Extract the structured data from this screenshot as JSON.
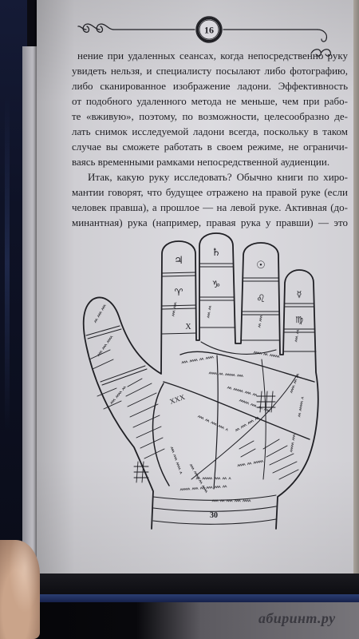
{
  "page": {
    "number": "16"
  },
  "body_text": {
    "lines": [
      "нение при удаленных сеансах, когда непосредственно руку",
      "увидеть нельзя, и специалисту посылают либо фотографию,",
      "либо сканированное изображение ладони. Эффективность",
      "от подобного удаленного метода не меньше, чем при рабо-",
      "те «вживую», поэтому, по возможности, целесообразно де-",
      "лать снимок исследуемой ладони всегда, поскольку в таком",
      "случае вы сможете работать в своем режиме, не ограничи-",
      "ваясь временными рамками непосредственной аудиенции.",
      "Итак, какую руку исследовать? Обычно книги по хиро-",
      "мантии говорят, что будущее отражено на правой руке (если",
      "человек правша), а прошлое — на левой руке. Активная (до-",
      "минантная) рука (например, правая рука у правши) — это"
    ]
  },
  "illustration": {
    "finger_glyphs": {
      "index_top": "♃",
      "middle_top": "♄",
      "ring_top": "☉",
      "little_top": "☿",
      "index_mid": "♈",
      "middle_mid": "♑",
      "ring_mid": "♌",
      "little_mid": "♍"
    },
    "marks": {
      "cross_row": "XXX",
      "cross": "X",
      "wrist_number": "30"
    }
  },
  "watermark": "абиринт.ру",
  "colors": {
    "page": "#dad9de",
    "ink": "#1f1f24",
    "background": "#0b0b12",
    "cover_edge": "#2b3e72",
    "skin": "#caa48a"
  }
}
